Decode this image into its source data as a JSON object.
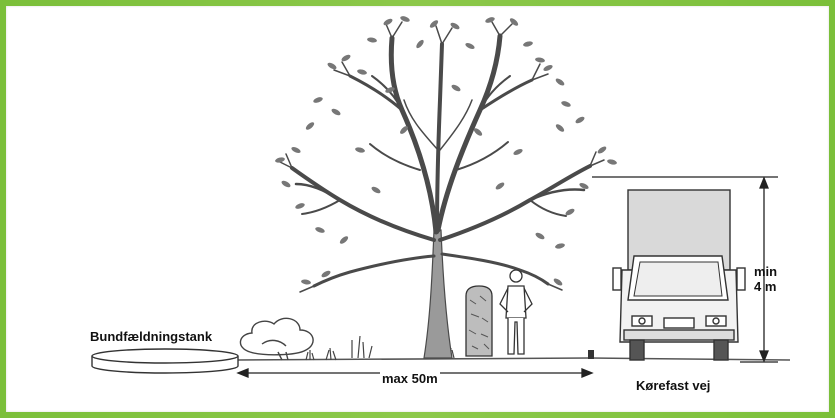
{
  "labels": {
    "tank": "Bundfældningstank",
    "distance": "max 50m",
    "road": "Kørefast vej",
    "height_line1": "min",
    "height_line2": "4 m"
  },
  "colors": {
    "frame_border": "#8cc84a",
    "ink": "#4a4a4a",
    "background": "#ffffff"
  }
}
